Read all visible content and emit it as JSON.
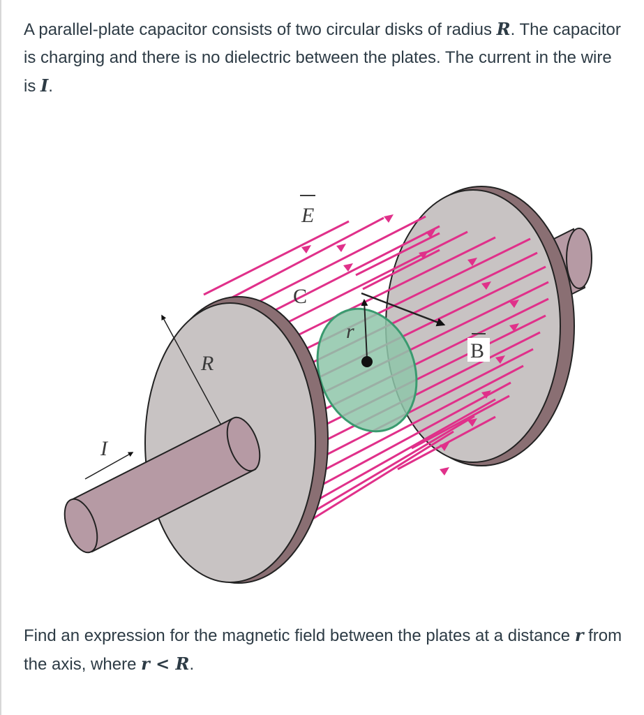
{
  "problem": {
    "intro": "A parallel-plate capacitor consists of two circular disks of radius ",
    "radius_symbol": "R",
    "after_radius": ". The capacitor is charging and there is no dielectric between the plates. The current in the wire is ",
    "current_symbol": "I",
    "end": "."
  },
  "figure": {
    "label_E": "E",
    "label_C": "C",
    "label_r": "r",
    "label_B": "B",
    "label_R": "R",
    "label_I": "I",
    "colors": {
      "field_lines": "#e0308a",
      "plate_face": "#c8c3c3",
      "plate_rim": "#8a6f73",
      "wire": "#b69aa4",
      "loop_fill": "#8ec5a9",
      "loop_stroke": "#3a9a6f"
    }
  },
  "question": {
    "text": "Find an expression for the magnetic field between the plates at a distance ",
    "r_symbol": "r",
    "middle": " from the axis, where ",
    "inequality": "r < R",
    "end": "."
  }
}
